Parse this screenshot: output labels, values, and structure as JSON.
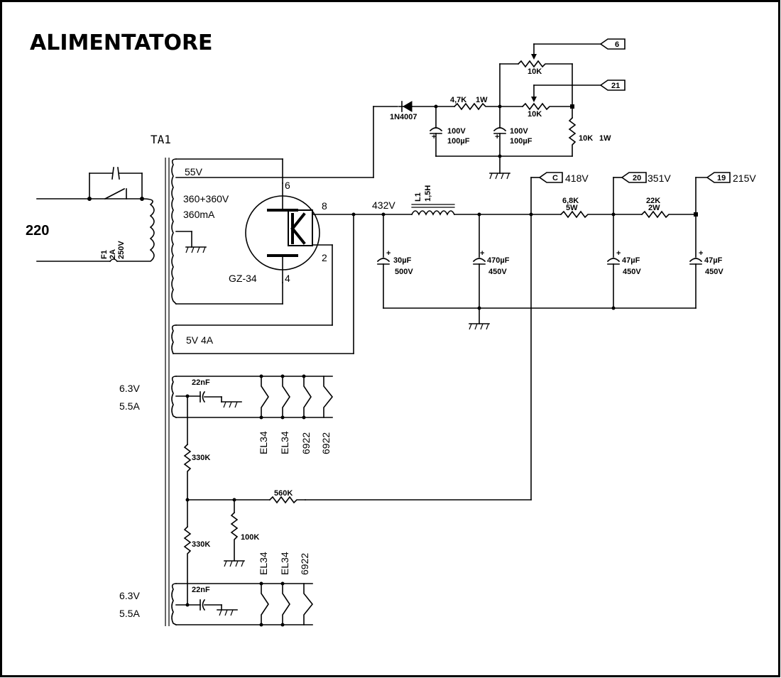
{
  "title": "ALIMENTATORE",
  "transformer": {
    "ref": "TA1",
    "mains": "220",
    "windings": [
      "55V",
      "360+360V",
      "360mA",
      "5V 4A"
    ],
    "heater1": [
      "6.3V",
      "5.5A"
    ],
    "heater2": [
      "6.3V",
      "5.5A"
    ]
  },
  "fuse": {
    "ref": "F1",
    "rating": "2A",
    "voltage": "250V"
  },
  "tube": {
    "ref": "GZ-34",
    "pins": [
      "6",
      "8",
      "2",
      "4"
    ]
  },
  "bias": {
    "diode": "1N4007",
    "r1": [
      "4,7K",
      "1W"
    ],
    "c1": [
      "100V",
      "100µF"
    ],
    "c2": [
      "100V",
      "100µF"
    ],
    "pot1": "10K",
    "pot2": "10K",
    "r2": [
      "10K",
      "1W"
    ],
    "tag1": "6",
    "tag2": "21"
  },
  "hv": {
    "v432": "432V",
    "choke": [
      "L1",
      "1,5H"
    ],
    "c30": [
      "30µF",
      "500V"
    ],
    "c470": [
      "470µF",
      "450V"
    ],
    "r68": [
      "6,8K",
      "5W"
    ],
    "r22": [
      "22K",
      "2W"
    ],
    "c47a": [
      "47µF",
      "450V"
    ],
    "c47b": [
      "47µF",
      "450V"
    ],
    "tagC": "C",
    "v418": "418V",
    "tag20": "20",
    "v351": "351V",
    "tag19": "19",
    "v215": "215V"
  },
  "heaters": {
    "c22a": "22nF",
    "c22b": "22nF",
    "r330a": "330K",
    "r330b": "330K",
    "r560": "560K",
    "r100": "100K",
    "tubes1": [
      "EL34",
      "EL34",
      "6922",
      "6922"
    ],
    "tubes2": [
      "EL34",
      "EL34",
      "6922"
    ]
  }
}
